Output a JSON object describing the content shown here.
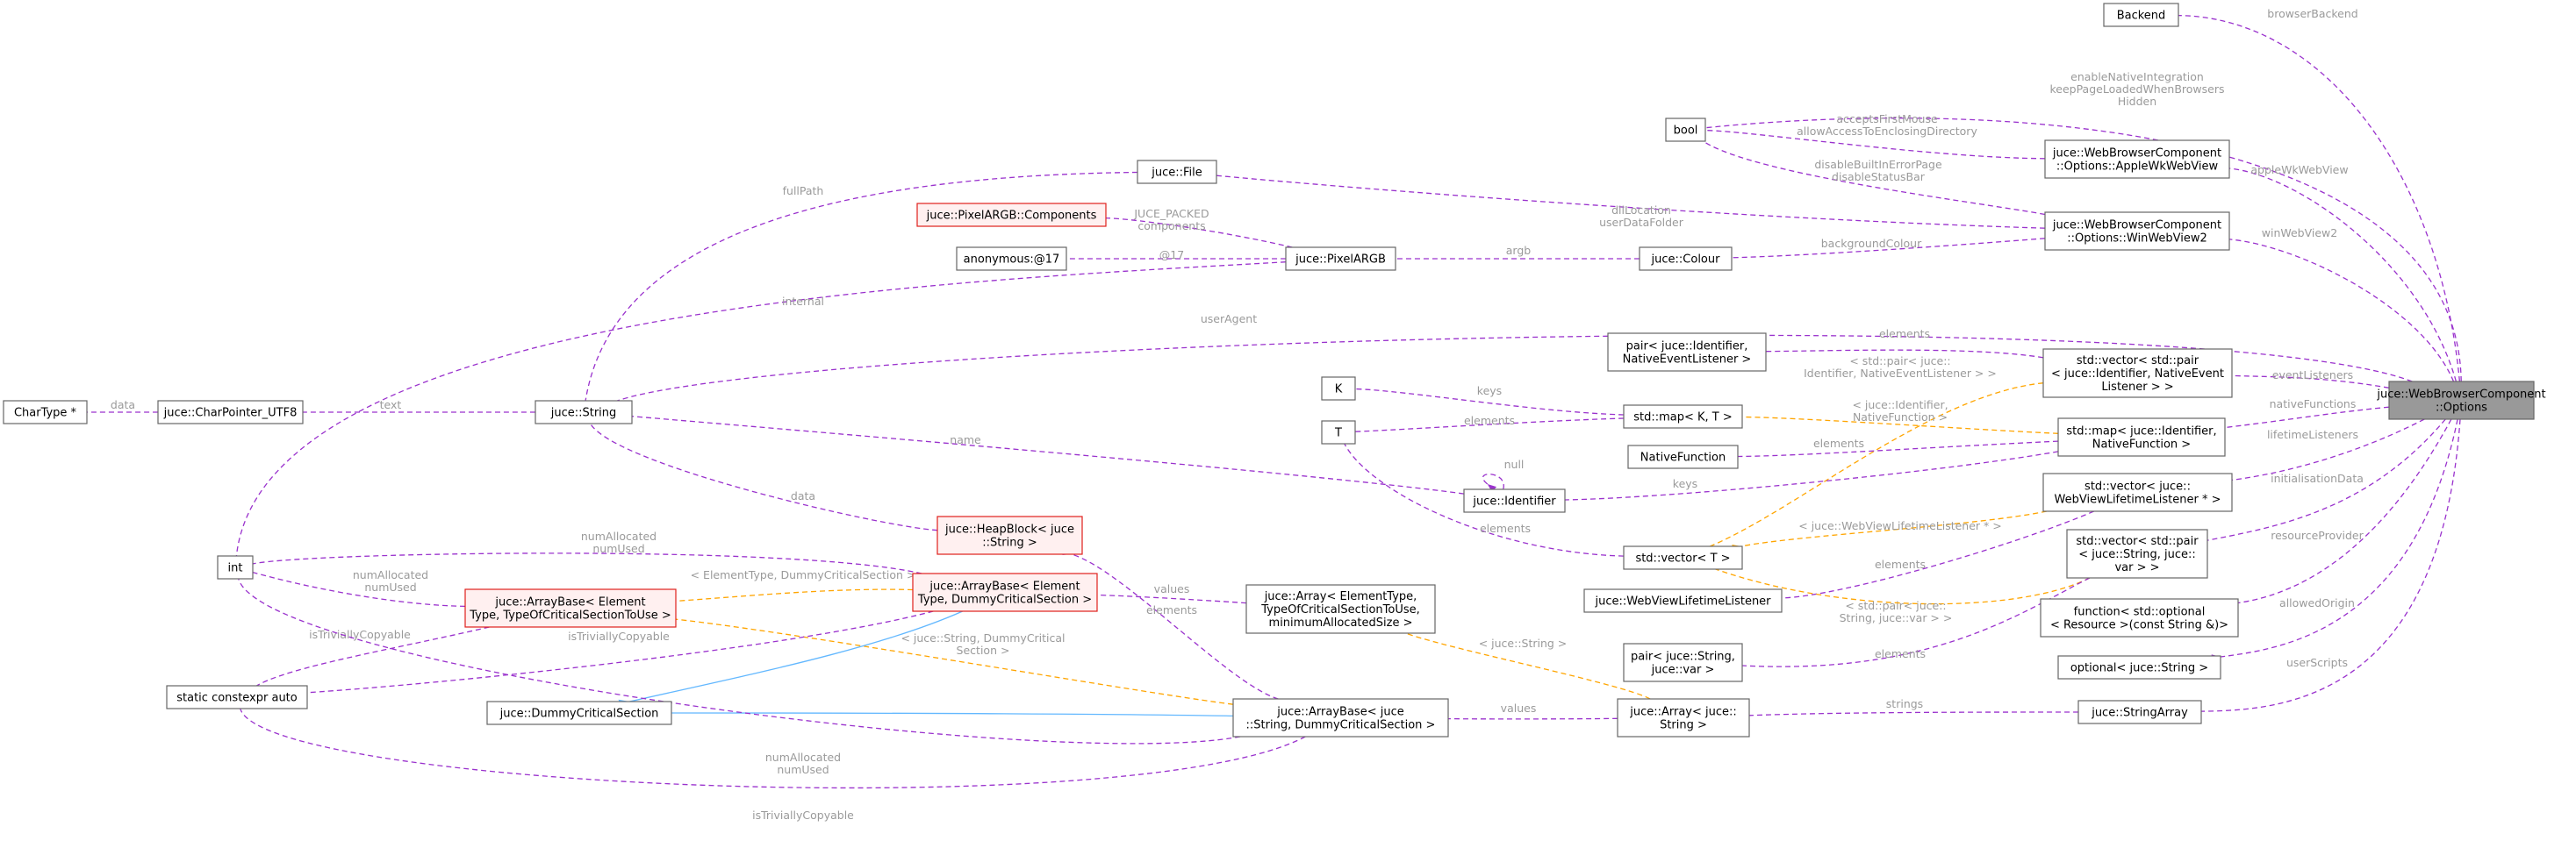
{
  "diagram": {
    "nodes": [
      {
        "id": "options",
        "lines": [
          "juce::WebBrowserComponent",
          "::Options"
        ],
        "style": "focus"
      },
      {
        "id": "backend",
        "lines": [
          "Backend"
        ]
      },
      {
        "id": "bool",
        "lines": [
          "bool"
        ]
      },
      {
        "id": "applewk",
        "lines": [
          "juce::WebBrowserComponent",
          "::Options::AppleWkWebView"
        ]
      },
      {
        "id": "winweb",
        "lines": [
          "juce::WebBrowserComponent",
          "::Options::WinWebView2"
        ]
      },
      {
        "id": "file",
        "lines": [
          "juce::File"
        ]
      },
      {
        "id": "pixcomp",
        "lines": [
          "juce::PixelARGB::Components"
        ],
        "style": "red"
      },
      {
        "id": "anon",
        "lines": [
          "anonymous:@17"
        ]
      },
      {
        "id": "pixargb",
        "lines": [
          "juce::PixelARGB"
        ]
      },
      {
        "id": "colour",
        "lines": [
          "juce::Colour"
        ]
      },
      {
        "id": "chartype",
        "lines": [
          "CharType *"
        ]
      },
      {
        "id": "charptr",
        "lines": [
          "juce::CharPointer_UTF8"
        ]
      },
      {
        "id": "string",
        "lines": [
          "juce::String"
        ]
      },
      {
        "id": "pairnel",
        "lines": [
          "pair< juce::Identifier,",
          "NativeEventListener >"
        ]
      },
      {
        "id": "vecpairnel",
        "lines": [
          "std::vector< std::pair",
          "< juce::Identifier, NativeEvent",
          "Listener > >"
        ]
      },
      {
        "id": "K",
        "lines": [
          "K"
        ]
      },
      {
        "id": "T",
        "lines": [
          "T"
        ]
      },
      {
        "id": "mapkt",
        "lines": [
          "std::map< K, T >"
        ]
      },
      {
        "id": "mapnf",
        "lines": [
          "std::map< juce::Identifier,",
          "NativeFunction >"
        ]
      },
      {
        "id": "nativefn",
        "lines": [
          "NativeFunction"
        ]
      },
      {
        "id": "identifier",
        "lines": [
          "juce::Identifier"
        ]
      },
      {
        "id": "int",
        "lines": [
          "int"
        ]
      },
      {
        "id": "heapblock",
        "lines": [
          "juce::HeapBlock< juce",
          "::String >"
        ],
        "style": "red"
      },
      {
        "id": "vecwll",
        "lines": [
          "std::vector< juce::",
          "WebViewLifetimeListener * >"
        ]
      },
      {
        "id": "vect",
        "lines": [
          "std::vector< T >"
        ]
      },
      {
        "id": "vecpairvar",
        "lines": [
          "std::vector< std::pair",
          "< juce::String, juce::",
          "var > >"
        ]
      },
      {
        "id": "arraybase1",
        "lines": [
          "juce::ArrayBase< Element",
          "Type, TypeOfCriticalSectionToUse >"
        ],
        "style": "red"
      },
      {
        "id": "arraybase2",
        "lines": [
          "juce::ArrayBase< Element",
          "Type, DummyCriticalSection >"
        ],
        "style": "red"
      },
      {
        "id": "array1",
        "lines": [
          "juce::Array< ElementType,",
          "TypeOfCriticalSectionToUse,",
          "minimumAllocatedSize >"
        ]
      },
      {
        "id": "webviewll",
        "lines": [
          "juce::WebViewLifetimeListener"
        ]
      },
      {
        "id": "funcopt",
        "lines": [
          "function< std::optional",
          "< Resource >(const String &)>"
        ]
      },
      {
        "id": "constexpr",
        "lines": [
          "static constexpr auto"
        ]
      },
      {
        "id": "pairvar",
        "lines": [
          "pair< juce::String,",
          "juce::var >"
        ]
      },
      {
        "id": "optstr",
        "lines": [
          "optional< juce::String >"
        ]
      },
      {
        "id": "dummycs",
        "lines": [
          "juce::DummyCriticalSection"
        ]
      },
      {
        "id": "arraybase3",
        "lines": [
          "juce::ArrayBase< juce",
          "::String, DummyCriticalSection >"
        ]
      },
      {
        "id": "arraystr",
        "lines": [
          "juce::Array< juce::",
          "String >"
        ]
      },
      {
        "id": "stringarray",
        "lines": [
          "juce::StringArray"
        ]
      }
    ],
    "edges": [
      {
        "id": "e1",
        "from": "options",
        "to": "backend",
        "kind": "usage",
        "labels": [
          "browserBackend"
        ]
      },
      {
        "id": "e2",
        "from": "options",
        "to": "bool",
        "kind": "usage",
        "labels": [
          "enableNativeIntegration",
          "keepPageLoadedWhenBrowsers",
          "Hidden"
        ]
      },
      {
        "id": "e3",
        "from": "applewk",
        "to": "bool",
        "kind": "usage",
        "labels": [
          "acceptsFirstMouse",
          "allowAccessToEnclosingDirectory"
        ]
      },
      {
        "id": "e4",
        "from": "winweb",
        "to": "bool",
        "kind": "usage",
        "labels": [
          "disableBuiltInErrorPage",
          "disableStatusBar"
        ]
      },
      {
        "id": "e5",
        "from": "options",
        "to": "applewk",
        "kind": "usage",
        "labels": [
          "appleWkWebView"
        ]
      },
      {
        "id": "e6",
        "from": "options",
        "to": "winweb",
        "kind": "usage",
        "labels": [
          "winWebView2"
        ]
      },
      {
        "id": "e7",
        "from": "winweb",
        "to": "file",
        "kind": "usage",
        "labels": [
          "dllLocation",
          "userDataFolder"
        ]
      },
      {
        "id": "e8",
        "from": "winweb",
        "to": "colour",
        "kind": "usage",
        "labels": [
          "backgroundColour"
        ]
      },
      {
        "id": "e9",
        "from": "colour",
        "to": "pixargb",
        "kind": "usage",
        "labels": [
          "argb"
        ]
      },
      {
        "id": "e10",
        "from": "pixargb",
        "to": "pixcomp",
        "kind": "usage",
        "labels": [
          "JUCE_PACKED",
          "components"
        ]
      },
      {
        "id": "e11",
        "from": "pixargb",
        "to": "anon",
        "kind": "usage",
        "labels": [
          "@17"
        ]
      },
      {
        "id": "e12",
        "from": "pixargb",
        "to": "int",
        "kind": "usage",
        "labels": [
          "internal"
        ]
      },
      {
        "id": "e13",
        "from": "file",
        "to": "string",
        "kind": "usage",
        "labels": [
          "fullPath"
        ]
      },
      {
        "id": "e14",
        "from": "options",
        "to": "string",
        "kind": "usage",
        "labels": [
          "userAgent"
        ]
      },
      {
        "id": "e15",
        "from": "string",
        "to": "charptr",
        "kind": "usage",
        "labels": [
          "text"
        ]
      },
      {
        "id": "e16",
        "from": "charptr",
        "to": "chartype",
        "kind": "usage",
        "labels": [
          "data"
        ]
      },
      {
        "id": "e17",
        "from": "options",
        "to": "vecpairnel",
        "kind": "usage",
        "labels": [
          "eventListeners"
        ]
      },
      {
        "id": "e18",
        "from": "vecpairnel",
        "to": "pairnel",
        "kind": "usage",
        "labels": [
          "elements"
        ]
      },
      {
        "id": "e19",
        "from": "vecpairnel",
        "to": "vect",
        "kind": "tmpl",
        "labels": [
          "< std::pair< juce::",
          "Identifier, NativeEventListener > >"
        ]
      },
      {
        "id": "e20",
        "from": "mapkt",
        "to": "K",
        "kind": "usage",
        "labels": [
          "keys"
        ]
      },
      {
        "id": "e21",
        "from": "mapkt",
        "to": "T",
        "kind": "usage",
        "labels": [
          "elements"
        ]
      },
      {
        "id": "e22",
        "from": "mapnf",
        "to": "mapkt",
        "kind": "tmpl",
        "labels": [
          "< juce::Identifier,",
          "NativeFunction >"
        ]
      },
      {
        "id": "e23",
        "from": "options",
        "to": "mapnf",
        "kind": "usage",
        "labels": [
          "nativeFunctions"
        ]
      },
      {
        "id": "e24",
        "from": "mapnf",
        "to": "nativefn",
        "kind": "usage",
        "labels": [
          "elements"
        ]
      },
      {
        "id": "e25",
        "from": "mapnf",
        "to": "identifier",
        "kind": "usage",
        "labels": [
          "keys"
        ]
      },
      {
        "id": "e26",
        "from": "identifier",
        "to": "string",
        "kind": "usage",
        "labels": [
          "name"
        ]
      },
      {
        "id": "e27",
        "from": "identifier",
        "to": "identifier",
        "kind": "usage",
        "labels": [
          "null"
        ]
      },
      {
        "id": "e28",
        "from": "vect",
        "to": "T",
        "kind": "usage",
        "labels": [
          "elements"
        ]
      },
      {
        "id": "e29",
        "from": "options",
        "to": "vecwll",
        "kind": "usage",
        "labels": [
          "lifetimeListeners"
        ]
      },
      {
        "id": "e30",
        "from": "vecwll",
        "to": "vect",
        "kind": "tmpl",
        "labels": [
          "< juce::WebViewLifetimeListener * >"
        ]
      },
      {
        "id": "e31",
        "from": "vecwll",
        "to": "webviewll",
        "kind": "usage",
        "labels": [
          "elements"
        ]
      },
      {
        "id": "e32",
        "from": "options",
        "to": "vecpairvar",
        "kind": "usage",
        "labels": [
          "initialisationData"
        ]
      },
      {
        "id": "e33",
        "from": "vecpairvar",
        "to": "vect",
        "kind": "tmpl",
        "labels": [
          "< std::pair< juce::",
          "String, juce::var > >"
        ]
      },
      {
        "id": "e34",
        "from": "vecpairvar",
        "to": "pairvar",
        "kind": "usage",
        "labels": [
          "elements"
        ]
      },
      {
        "id": "e35",
        "from": "options",
        "to": "funcopt",
        "kind": "usage",
        "labels": [
          "resourceProvider"
        ]
      },
      {
        "id": "e36",
        "from": "options",
        "to": "optstr",
        "kind": "usage",
        "labels": [
          "allowedOrigin"
        ]
      },
      {
        "id": "e37",
        "from": "options",
        "to": "stringarray",
        "kind": "usage",
        "labels": [
          "userScripts"
        ]
      },
      {
        "id": "e38",
        "from": "stringarray",
        "to": "arraystr",
        "kind": "usage",
        "labels": [
          "strings"
        ]
      },
      {
        "id": "e39",
        "from": "arraystr",
        "to": "arraybase3",
        "kind": "usage",
        "labels": [
          "values"
        ]
      },
      {
        "id": "e40",
        "from": "arraystr",
        "to": "array1",
        "kind": "tmpl",
        "labels": [
          "< juce::String >"
        ]
      },
      {
        "id": "e41",
        "from": "array1",
        "to": "arraybase2",
        "kind": "usage",
        "labels": [
          "values"
        ]
      },
      {
        "id": "e42",
        "from": "heapblock",
        "to": "string",
        "kind": "usage",
        "labels": [
          "data"
        ]
      },
      {
        "id": "e43",
        "from": "arraybase3",
        "to": "heapblock",
        "kind": "usage",
        "labels": [
          "elements"
        ]
      },
      {
        "id": "e44",
        "from": "arraybase2",
        "to": "int",
        "kind": "usage",
        "labels": [
          "numAllocated",
          "numUsed"
        ]
      },
      {
        "id": "e45",
        "from": "arraybase1",
        "to": "int",
        "kind": "usage",
        "labels": [
          "numAllocated",
          "numUsed"
        ]
      },
      {
        "id": "e46",
        "from": "arraybase2",
        "to": "arraybase1",
        "kind": "tmpl",
        "labels": [
          "< ElementType, DummyCriticalSection >"
        ]
      },
      {
        "id": "e47",
        "from": "arraybase3",
        "to": "arraybase1",
        "kind": "tmpl",
        "labels": [
          "< juce::String, DummyCritical",
          "Section >"
        ]
      },
      {
        "id": "e48",
        "from": "arraybase1",
        "to": "constexpr",
        "kind": "usage",
        "labels": [
          "isTriviallyCopyable"
        ]
      },
      {
        "id": "e49",
        "from": "arraybase2",
        "to": "constexpr",
        "kind": "usage",
        "labels": [
          "isTriviallyCopyable"
        ]
      },
      {
        "id": "e50",
        "from": "arraybase3",
        "to": "constexpr",
        "kind": "usage",
        "labels": [
          "isTriviallyCopyable"
        ]
      },
      {
        "id": "e51",
        "from": "arraybase2",
        "to": "dummycs",
        "kind": "inherit",
        "labels": []
      },
      {
        "id": "e52",
        "from": "arraybase3",
        "to": "dummycs",
        "kind": "inherit",
        "labels": []
      },
      {
        "id": "e53",
        "from": "arraybase3",
        "to": "int",
        "kind": "usage",
        "labels": [
          "numAllocated",
          "numUsed"
        ]
      }
    ]
  }
}
